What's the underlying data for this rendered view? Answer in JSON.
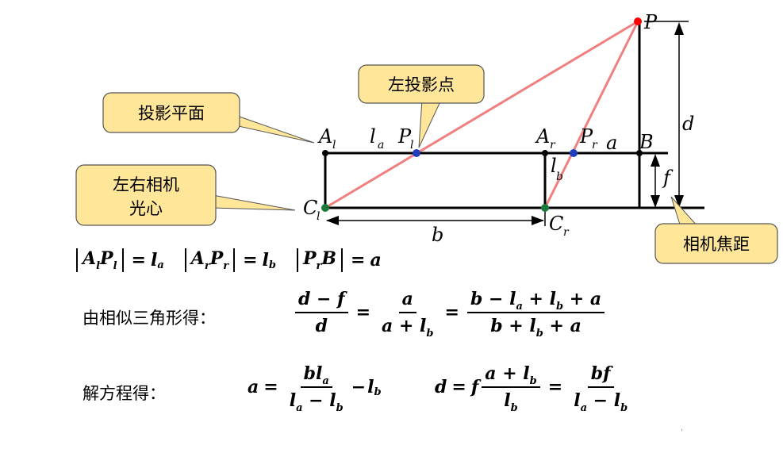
{
  "callouts": {
    "projection_plane": "投影平面",
    "left_projection_point": "左投影点",
    "camera_center_line1": "左右相机",
    "camera_center_line2": "光心",
    "focal_length": "相机焦距"
  },
  "labels": {
    "P": "P",
    "A": "A",
    "A_l_sub": "l",
    "l": "l",
    "l_a_sub": "a",
    "P_l_sub": "l",
    "A_r_sub": "r",
    "P_r_sub": "r",
    "a": "a",
    "B": "B",
    "d": "d",
    "l_b_sub": "b",
    "f": "f",
    "C": "C",
    "C_l_sub": "l",
    "C_r_sub": "r",
    "b": "b"
  },
  "equations": {
    "row1": {
      "e1_A": "A",
      "e1_As": "l",
      "e1_P": "P",
      "e1_Ps": "l",
      "e1_eq": "=",
      "e1_rhs": "l",
      "e1_rhss": "a",
      "e2_A": "A",
      "e2_As": "r",
      "e2_P": "P",
      "e2_Ps": "r",
      "e2_eq": "=",
      "e2_rhs": "l",
      "e2_rhss": "b",
      "e3_P": "P",
      "e3_Ps": "r",
      "e3_B": "B",
      "e3_eq": "=",
      "e3_rhs": "a"
    },
    "similar_label": "由相似三角形得：",
    "similar": {
      "f1_num": "d − f",
      "f1_den": "d",
      "eq1": "=",
      "f2_num": "a",
      "f2_den_a": "a + l",
      "f2_den_s": "b",
      "eq2": "=",
      "f3_num_a": "b − l",
      "f3_num_s1": "a",
      "f3_num_b": " + l",
      "f3_num_s2": "b",
      "f3_num_c": " + a",
      "f3_den_a": "b + l",
      "f3_den_s": "b",
      "f3_den_b": " + a"
    },
    "solve_label": "解方程得：",
    "solve": {
      "a_lhs": "a",
      "eq1": "=",
      "f1_num_a": "bl",
      "f1_num_s": "a",
      "f1_den_a": "l",
      "f1_den_s1": "a",
      "f1_den_b": " − l",
      "f1_den_s2": "b",
      "minus": "−",
      "tail": "l",
      "tail_s": "b",
      "d_lhs": "d",
      "eq2": "=",
      "f_coef": "f",
      "f2_num_a": "a + l",
      "f2_num_s": "b",
      "f2_den_a": "l",
      "f2_den_s": "b",
      "eq3": "=",
      "f3_num": "bf",
      "f3_den_a": "l",
      "f3_den_s1": "a",
      "f3_den_b": " − l",
      "f3_den_s2": "b"
    }
  },
  "colors": {
    "callout_fill": "#ffe699",
    "ray": "#f08080",
    "point_P": "#ff0000",
    "point_proj": "#1f3fbf",
    "point_center": "#1a7a3a"
  }
}
